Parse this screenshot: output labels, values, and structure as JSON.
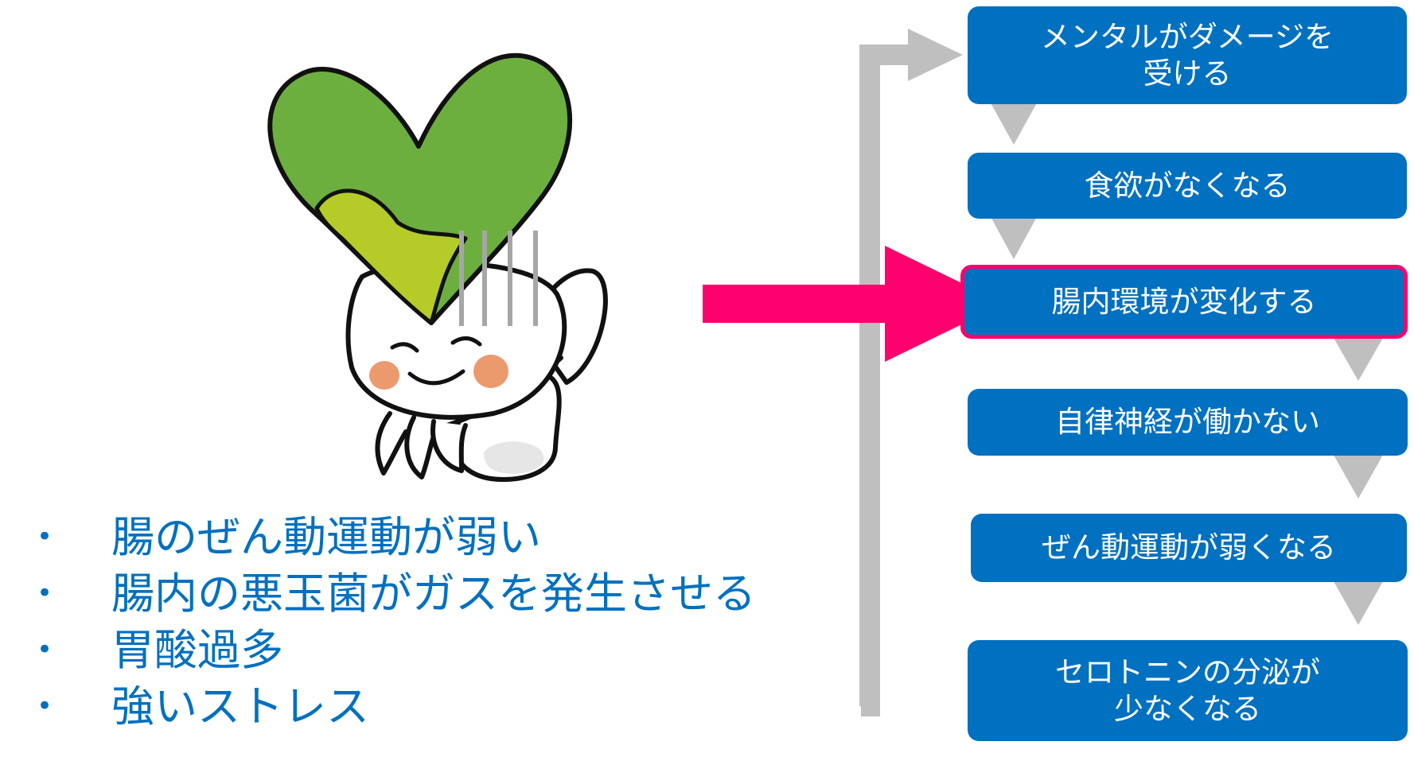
{
  "flow": {
    "steps": [
      {
        "label": "メンタルがダメージを\n受ける",
        "highlight": false
      },
      {
        "label": "食欲がなくなる",
        "highlight": false
      },
      {
        "label": "腸内環境が変化する",
        "highlight": true
      },
      {
        "label": "自律神経が働かない",
        "highlight": false
      },
      {
        "label": "ぜん動運動が弱くなる",
        "highlight": false
      },
      {
        "label": "セロトニンの分泌が\n少なくなる",
        "highlight": false
      }
    ]
  },
  "causes": {
    "items": [
      "腸のぜん動運動が弱い",
      "腸内の悪玉菌がガスを発生させる",
      "胃酸過多",
      "強いストレス"
    ]
  },
  "colors": {
    "box_fill": "#0070c0",
    "highlight_accent": "#ff006e",
    "connector_gray": "#bfbfbf",
    "heart_green": "#6daf3f",
    "heart_light_green": "#b5cc28",
    "cheek_orange": "#eb9a6e",
    "text_blue": "#0070c0"
  }
}
